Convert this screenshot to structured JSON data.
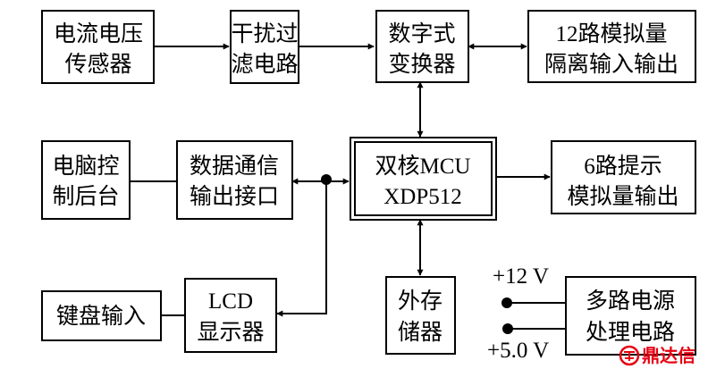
{
  "blocks": {
    "sensor": [
      "电流电压",
      "传感器"
    ],
    "filter": [
      "干扰过",
      "滤电路"
    ],
    "converter": [
      "数字式",
      "变换器"
    ],
    "isolation": [
      "12路模拟量",
      "隔离输入输出"
    ],
    "pc_backend": [
      "电脑控",
      "制后台"
    ],
    "comm_port": [
      "数据通信",
      "输出接口"
    ],
    "mcu": [
      "双核MCU",
      "XDP512"
    ],
    "prompt_output": [
      "6路提示",
      "模拟量输出"
    ],
    "keyboard": [
      "键盘输入"
    ],
    "lcd": [
      "LCD",
      "显示器"
    ],
    "storage": [
      "外存",
      "储器"
    ],
    "power": [
      "多路电源",
      "处理电路"
    ]
  },
  "power_inputs": {
    "v12": "+12 V",
    "v5": "+5.0 V"
  },
  "watermark": {
    "text": "鼎达信",
    "color": "#e60012"
  },
  "colors": {
    "line": "#000000",
    "background": "#ffffff"
  }
}
